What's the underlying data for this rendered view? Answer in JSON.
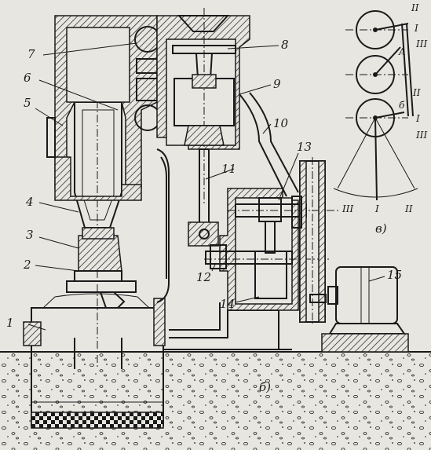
{
  "callouts": {
    "c1": "1",
    "c2": "2",
    "c3": "3",
    "c4": "4",
    "c5": "5",
    "c6": "6",
    "c7": "7",
    "c8": "8",
    "c9": "9",
    "c10": "10",
    "c11": "11",
    "c12": "12",
    "c13": "13",
    "c14": "14",
    "c15": "15"
  },
  "views": {
    "main": "б)",
    "scheme": "в)"
  },
  "positions": {
    "scheme_top_II": "II",
    "scheme_top_I": "I",
    "scheme_top_III": "III",
    "scheme_top_A": "A",
    "scheme_mid_II": "II",
    "scheme_mid_b": "б",
    "scheme_mid_I": "I",
    "scheme_mid_III": "III",
    "arc_III": "III",
    "arc_I": "I",
    "arc_II": "II"
  },
  "colors": {
    "ink": "#1a1a1a",
    "paper": "#e8e6e1"
  }
}
